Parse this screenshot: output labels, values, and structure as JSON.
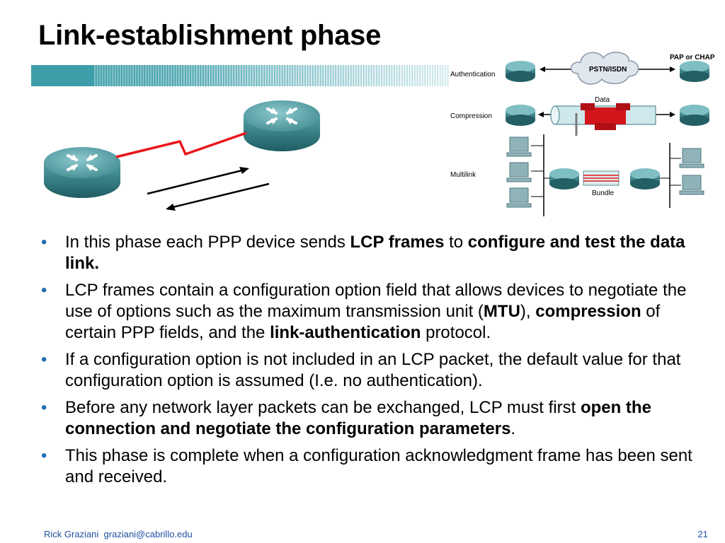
{
  "slide": {
    "title": "Link-establishment phase",
    "page_number": "21"
  },
  "footer": {
    "author": "Rick Graziani",
    "email": "graziani@cabrillo.edu"
  },
  "diagram": {
    "pap_chap": "PAP or CHAP",
    "authentication": "Authentication",
    "pstn_isdn": "PSTN/ISDN",
    "compression": "Compression",
    "data": "Data",
    "multilink": "Multilink",
    "bundle": "Bundle"
  },
  "bullets": [
    {
      "a": "In this phase each PPP device sends ",
      "b": "LCP frames",
      "c": " to ",
      "d": "configure and test the data link."
    },
    {
      "a": "LCP frames contain a configuration option field that allows devices to negotiate the use of options such as the maximum transmission unit (",
      "b": "MTU",
      "c": "), ",
      "d": "compression",
      "e": " of certain PPP fields, and the ",
      "f": "link-authentication",
      "g": " protocol."
    },
    {
      "a": "If a configuration option is not included in an LCP packet, the default value for that configuration option is assumed (I.e. no authentication)."
    },
    {
      "a": "Before any network layer packets can be exchanged, LCP must first ",
      "b": "open the connection and negotiate the configuration parameters",
      "c": "."
    },
    {
      "a": "This phase is complete when a configuration acknowledgment frame has been sent and received."
    }
  ],
  "colors": {
    "accent": "#1f6fb0",
    "router": "#3f8a8f",
    "serial_link": "#e8161b"
  }
}
